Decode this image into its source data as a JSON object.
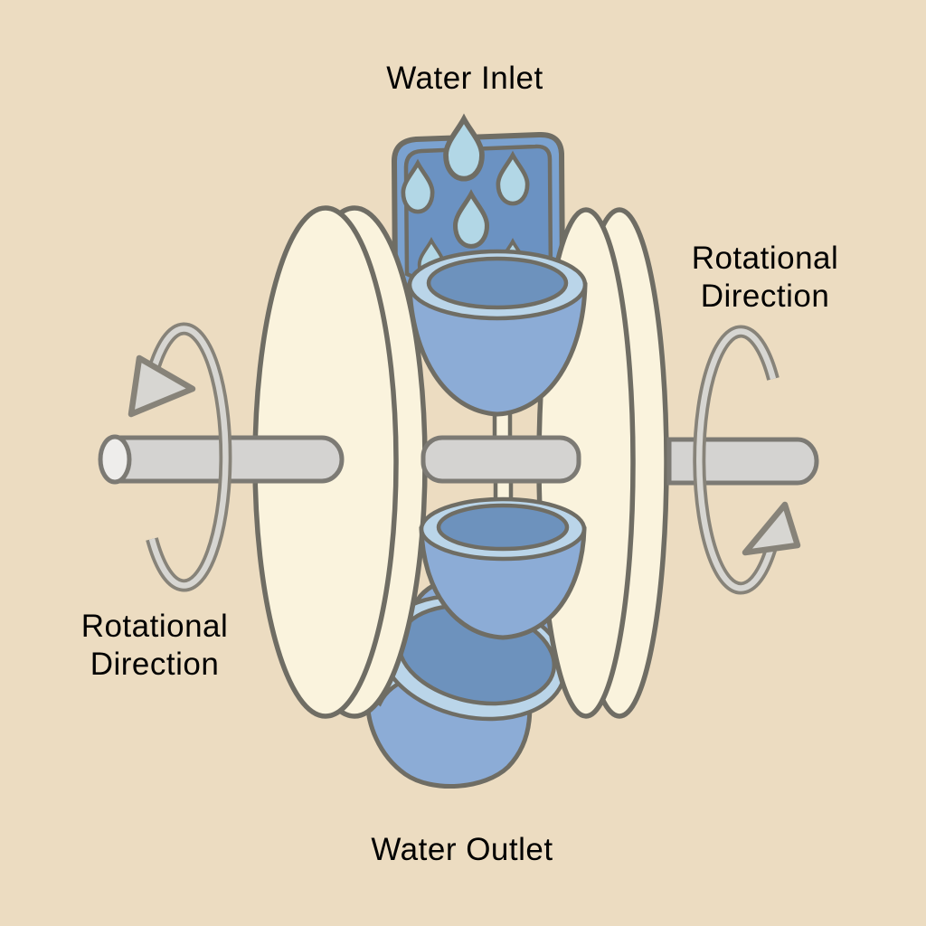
{
  "labels": {
    "water_inlet": "Water Inlet",
    "water_outlet": "Water Outlet",
    "rotational_left": {
      "line1": "Rotational",
      "line2": "Direction"
    },
    "rotational_right": {
      "line1": "Rotational",
      "line2": "Direction"
    }
  },
  "icons": [
    "water-drop-icon",
    "rotation-arrow-left-icon",
    "rotation-arrow-right-icon"
  ],
  "diagram_parts": [
    "inlet-shield",
    "left-wheel-disc",
    "right-wheel-disc",
    "axle",
    "bucket-top",
    "bucket-middle",
    "bucket-tilted",
    "bucket-bottom"
  ],
  "drop_count": 6,
  "palette": {
    "background": "#ecdcc1",
    "disc_cream": "#faf3dd",
    "outline": "#6f6d64",
    "axle_gray": "#d4d3d1",
    "axle_stroke": "#7c7a74",
    "axle_cap": "#eeedeb",
    "arrow_light": "#d7d6d2",
    "arrow_dark": "#878379",
    "cup_body": "#8cacd6",
    "cup_rim": "#bad5e9",
    "cup_interior": "#6d92bd",
    "shield_panel": "#6b92c2",
    "shield_band": "#7ba2d0",
    "drop_blue": "#b2d7e6",
    "text": "#3a352e"
  }
}
